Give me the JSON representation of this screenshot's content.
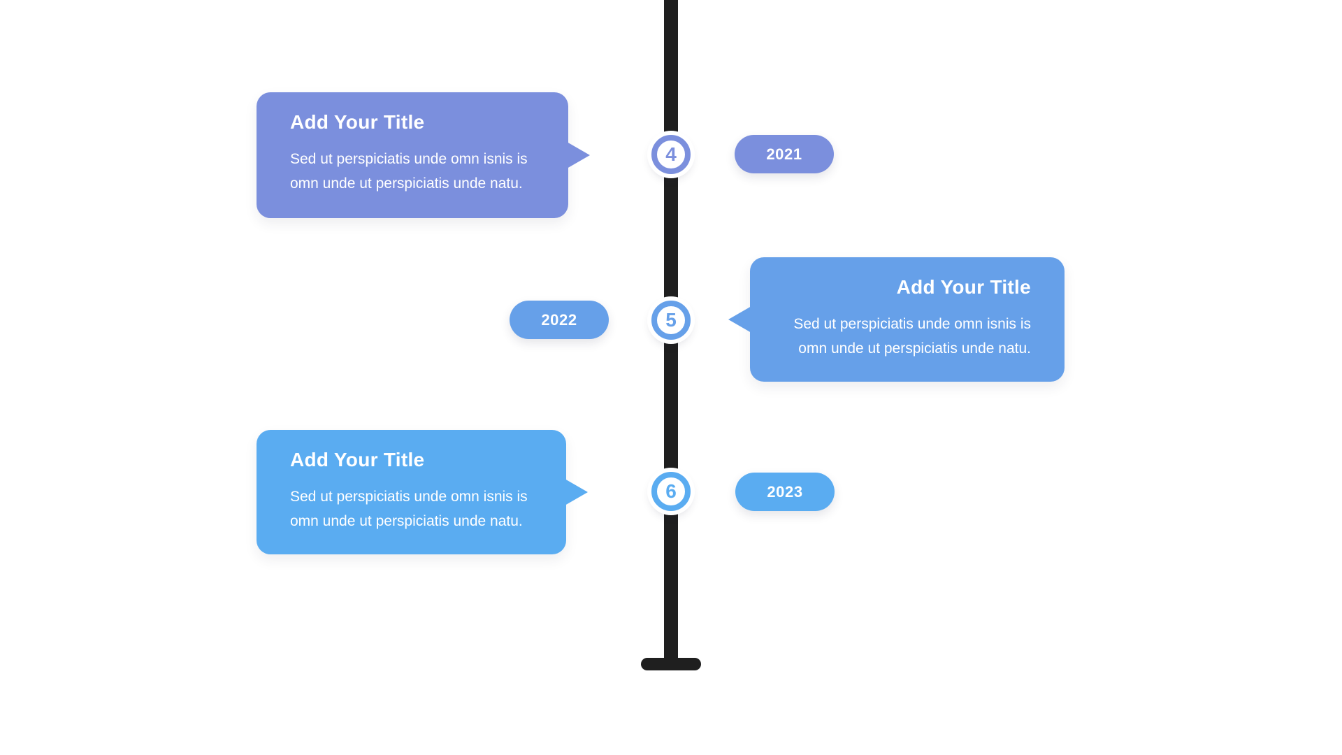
{
  "canvas": {
    "background": "#ffffff"
  },
  "timeline": {
    "bar_color": "#1F1F1F"
  },
  "items": [
    {
      "number": "4",
      "year": "2021",
      "side": "left",
      "accent_color": "#7B8FDD",
      "title": "Add Your Title",
      "body_line1": "Sed ut perspiciatis unde omn isnis is",
      "body_line2": "omn unde ut perspiciatis unde natu."
    },
    {
      "number": "5",
      "year": "2022",
      "side": "right",
      "accent_color": "#66A0E9",
      "title": "Add Your Title",
      "body_line1": "Sed ut perspiciatis unde omn isnis is",
      "body_line2": "omn unde ut perspiciatis unde natu."
    },
    {
      "number": "6",
      "year": "2023",
      "side": "left",
      "accent_color": "#5AACF1",
      "title": "Add Your Title",
      "body_line1": "Sed ut perspiciatis unde omn isnis is",
      "body_line2": "omn unde ut perspiciatis unde natu."
    }
  ]
}
